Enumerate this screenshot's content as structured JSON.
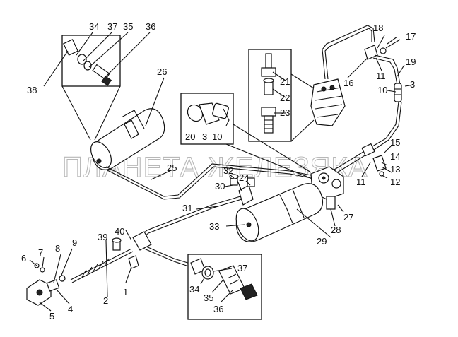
{
  "watermark": "ПЛАНЕТА ЖЕЛЕЗЯКА",
  "callouts": {
    "c34_top": "34",
    "c37_top": "37",
    "c35_top": "35",
    "c36_top": "36",
    "c38": "38",
    "c26": "26",
    "c21": "21",
    "c22": "22",
    "c23": "23",
    "c20": "20",
    "c3_mid": "3",
    "c10_mid": "10",
    "c18": "18",
    "c17": "17",
    "c19": "19",
    "c16": "16",
    "c11_top": "11",
    "c10_right": "10",
    "c3_right": "3",
    "c15": "15",
    "c14": "14",
    "c13": "13",
    "c12": "12",
    "c11_bottom": "11",
    "c25": "25",
    "c32": "32",
    "c24": "24",
    "c30": "30",
    "c31": "31",
    "c27": "27",
    "c28": "28",
    "c29": "29",
    "c33": "33",
    "c40": "40",
    "c39": "39",
    "c9": "9",
    "c8": "8",
    "c7": "7",
    "c6": "6",
    "c4": "4",
    "c5": "5",
    "c2": "2",
    "c1": "1",
    "c37_bot": "37",
    "c34_bot": "34",
    "c35_bot": "35",
    "c36_bot": "36"
  }
}
